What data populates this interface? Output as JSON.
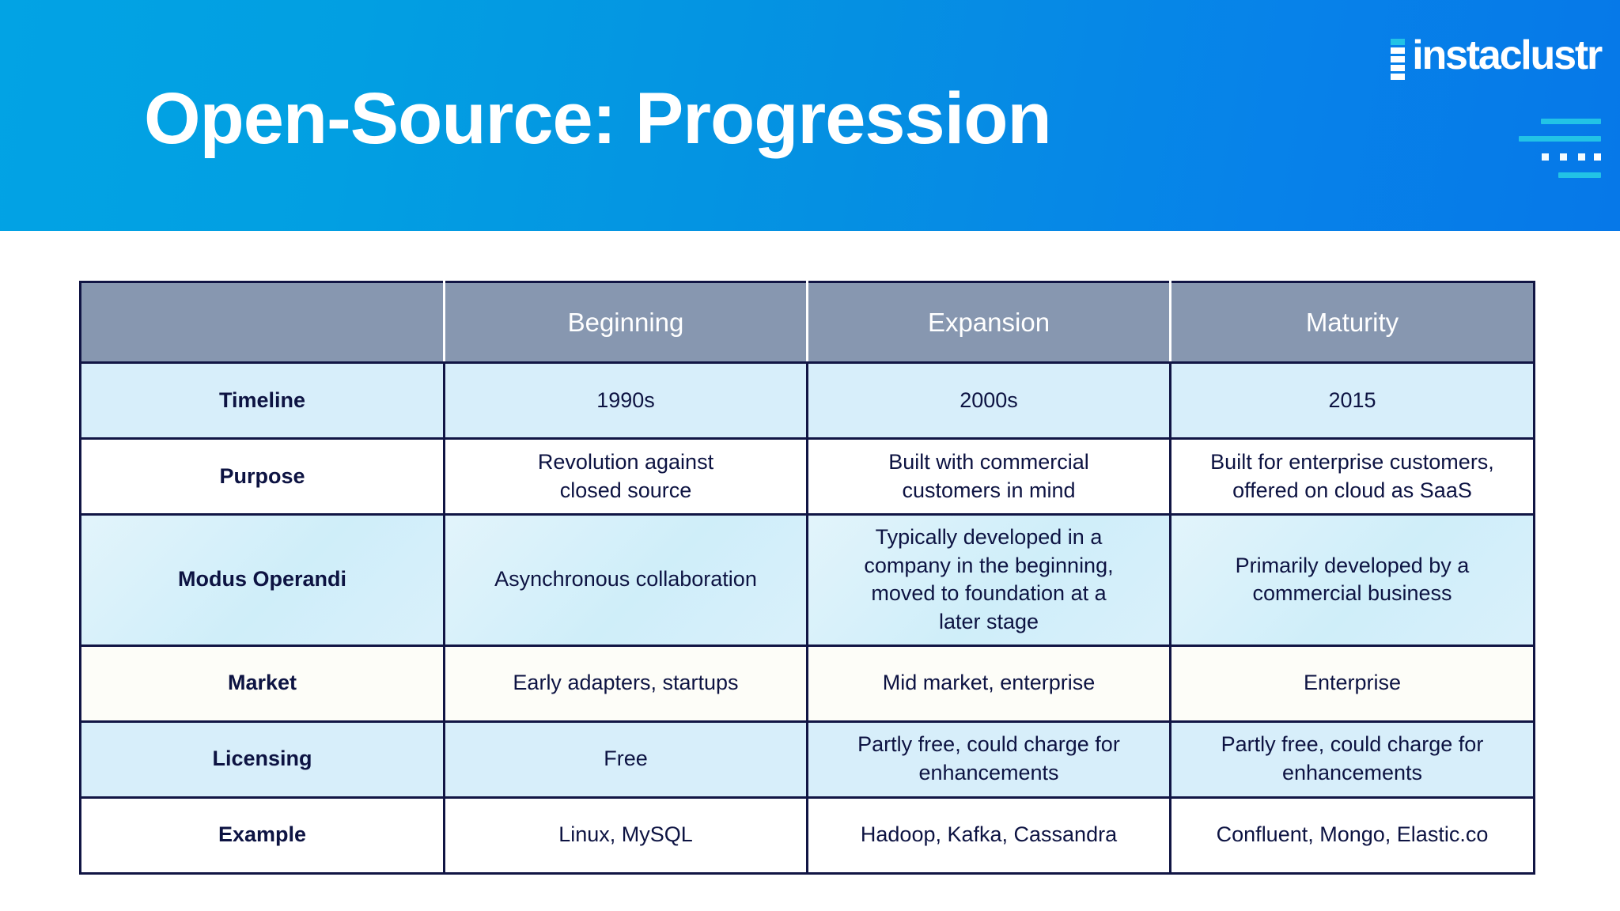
{
  "banner": {
    "title": "Open-Source: Progression",
    "gradient_from": "#02a3e4",
    "gradient_to": "#0678e8"
  },
  "logo": {
    "wordmark": "instaclustr",
    "accent_color": "#22c3e6"
  },
  "table": {
    "header_bg": "#8797b0",
    "border_color": "#111544",
    "text_color": "#0d1342",
    "columns": [
      "",
      "Beginning",
      "Expansion",
      "Maturity"
    ],
    "rows": [
      {
        "label": "Timeline",
        "cells": [
          "1990s",
          "2000s",
          "2015"
        ]
      },
      {
        "label": "Purpose",
        "cells": [
          "Revolution against\nclosed source",
          "Built with commercial\ncustomers in mind",
          "Built for enterprise customers,\noffered on cloud as SaaS"
        ]
      },
      {
        "label": "Modus Operandi",
        "cells": [
          "Asynchronous collaboration",
          "Typically developed in a\ncompany in the beginning,\nmoved to foundation at a\nlater stage",
          "Primarily developed by a\ncommercial business"
        ]
      },
      {
        "label": "Market",
        "cells": [
          "Early adapters, startups",
          "Mid market, enterprise",
          "Enterprise"
        ]
      },
      {
        "label": "Licensing",
        "cells": [
          "Free",
          "Partly free, could charge for\nenhancements",
          "Partly free, could charge for\nenhancements"
        ]
      },
      {
        "label": "Example",
        "cells": [
          "Linux, MySQL",
          "Hadoop, Kafka, Cassandra",
          "Confluent, Mongo, Elastic.co"
        ]
      }
    ]
  }
}
